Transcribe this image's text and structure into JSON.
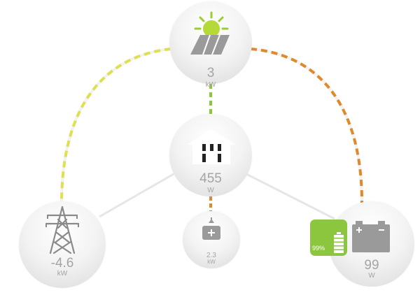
{
  "colors": {
    "solar_flow": "#dfe050",
    "home_flow": "#8cc63f",
    "battery_flow": "#e0892a",
    "idle_line": "#e6e6e6",
    "node_text": "#a4a4a4",
    "soc_badge": "#8cc63f"
  },
  "solar": {
    "icon": "sun-solar-panel-icon",
    "value": "3",
    "unit": "kW"
  },
  "home": {
    "icon": "house-icon",
    "value": "455",
    "unit": "W"
  },
  "grid": {
    "icon": "power-pylon-icon",
    "value": "-4.6",
    "unit": "kW"
  },
  "ev": {
    "icon": "ev-charger-icon",
    "value": "2.3",
    "unit": "kW"
  },
  "battery": {
    "icon": "battery-icon",
    "value": "99",
    "unit": "W",
    "soc_label": "99%",
    "soc": 0.99
  }
}
